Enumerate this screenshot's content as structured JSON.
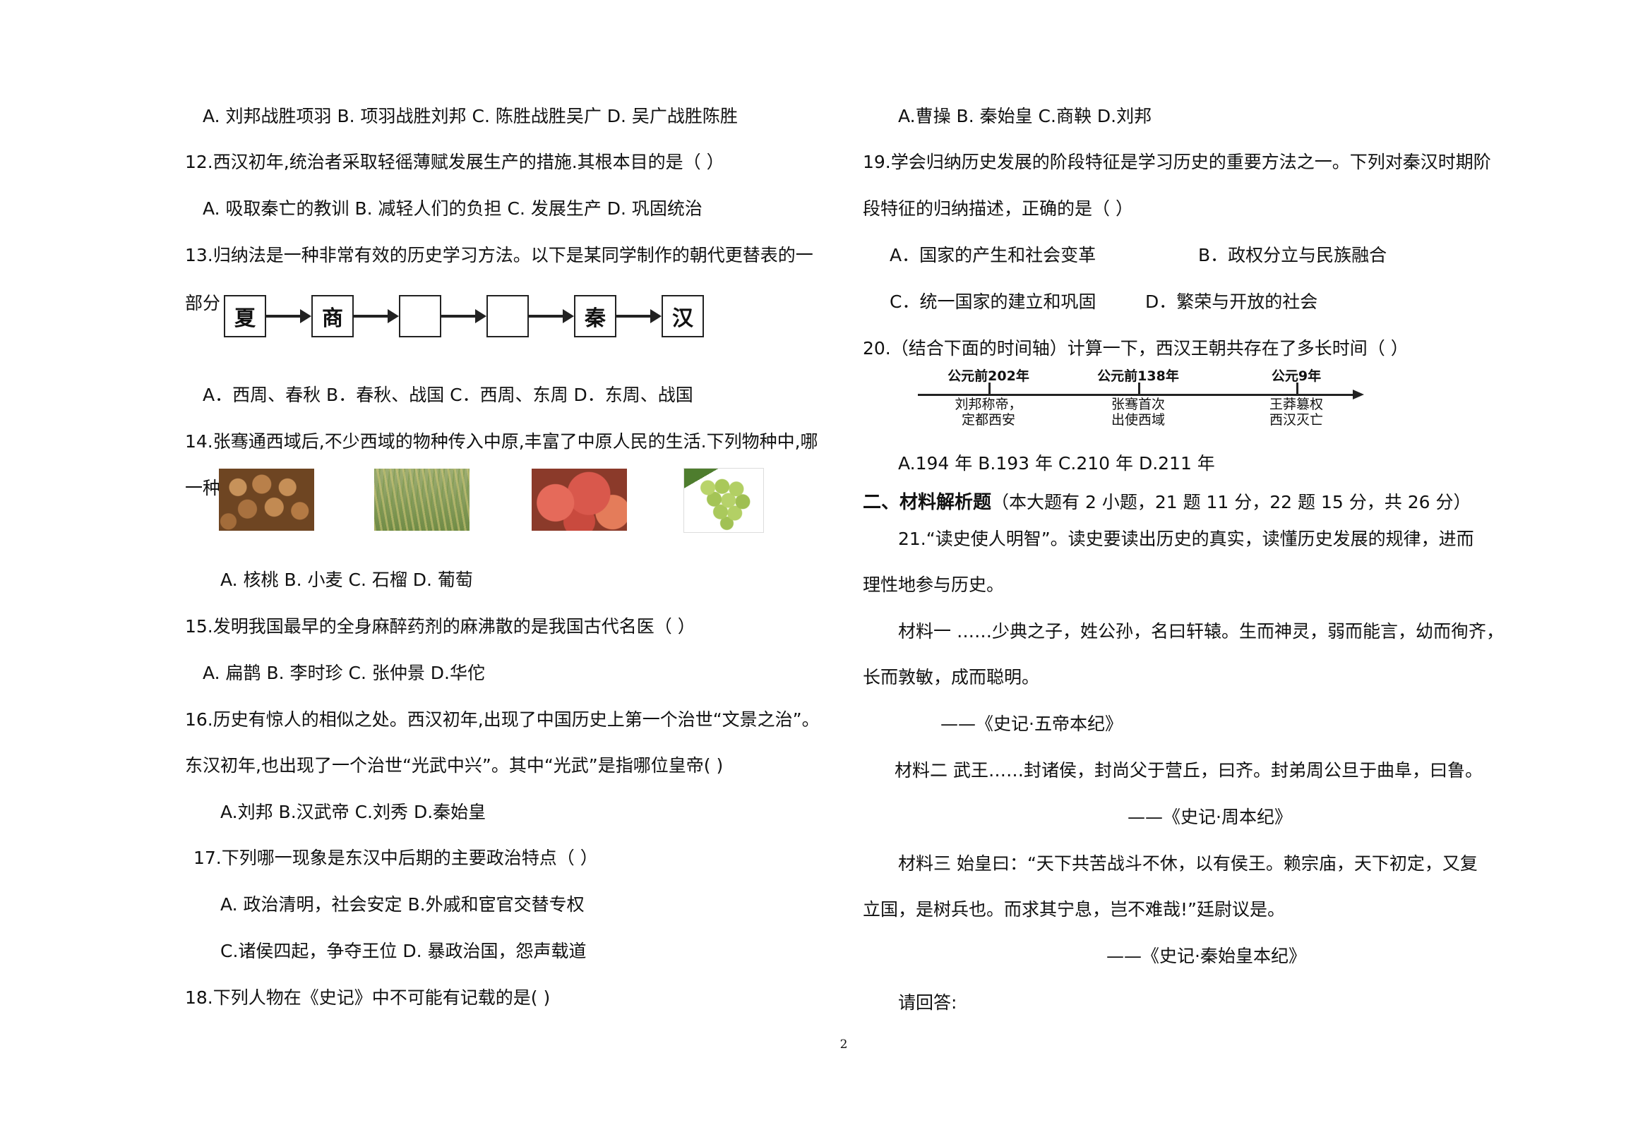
{
  "left": {
    "q11_options": "A. 刘邦战胜项羽    B. 项羽战胜刘邦    C. 陈胜战胜吴广    D. 吴广战胜陈胜",
    "q12_stem": "12.西汉初年,统治者采取轻徭薄赋发展生产的措施.其根本目的是（        ）",
    "q12_options": "A. 吸取秦亡的教训    B. 减轻人们的负担    C. 发展生产    D. 巩固统治",
    "q13_stem": "13.归纳法是一种非常有效的历史学习方法。以下是某同学制作的朝代更替表的一",
    "q13_prefix": "部分",
    "q13_dynasties": [
      "夏",
      "商",
      "",
      "",
      "秦",
      "汉"
    ],
    "q13_options": "A．西周、春秋    B．春秋、战国    C．西周、东周    D．东周、战国",
    "q14_stem": "14.张骞通西域后,不少西域的物种传入中原,丰富了中原人民的生活.下列物种中,哪",
    "q14_prefix": "一种",
    "q14_images": [
      "walnut-image",
      "wheat-image",
      "pomegranate-image",
      "grape-image"
    ],
    "q14_options": "A. 核桃           B. 小麦           C. 石榴         D. 葡萄",
    "q15_stem": "15.发明我国最早的全身麻醉药剂的麻沸散的是我国古代名医（        ）",
    "q15_options": "A. 扁鹊      B.  李时珍      C. 张仲景      D.华佗",
    "q16_stem_1": "16.历史有惊人的相似之处。西汉初年,出现了中国历史上第一个治世“文景之治”。",
    "q16_stem_2": "东汉初年,也出现了一个治世“光武中兴”。其中“光武”是指哪位皇帝(     )",
    "q16_options": "A.刘邦     B.汉武帝     C.刘秀      D.秦始皇",
    "q17_stem": "17.下列哪一现象是东汉中后期的主要政治特点（    ）",
    "q17_options_1": "A. 政治清明，社会安定     B.外戚和宦官交替专权",
    "q17_options_2": "C.诸侯四起，争夺王位      D. 暴政治国，怨声载道",
    "q18_stem": "18.下列人物在《史记》中不可能有记载的是(        )"
  },
  "right": {
    "q18_options": "A.曹操      B. 秦始皇       C.商鞅       D.刘邦",
    "q19_stem_1": "19.学会归纳历史发展的阶段特征是学习历史的重要方法之一。下列对秦汉时期阶",
    "q19_stem_2": "段特征的归纳描述，正确的是（    ）",
    "q19_option_a": "A．国家的产生和社会变革",
    "q19_option_b": "B．政权分立与民族融合",
    "q19_option_c": "C．统一国家的建立和巩固",
    "q19_option_d": "D．繁荣与开放的社会",
    "q20_stem": "20.（结合下面的时间轴）计算一下，西汉王朝共存在了多长时间（    ）",
    "timeline": [
      {
        "date": "公元前202年",
        "event_1": "刘邦称帝，",
        "event_2": "定都西安"
      },
      {
        "date": "公元前138年",
        "event_1": "张骞首次",
        "event_2": "出使西域"
      },
      {
        "date": "公元9年",
        "event_1": "王莽篡权",
        "event_2": "西汉灭亡"
      }
    ],
    "q20_options": "A.194 年     B.193 年     C.210 年     D.211 年",
    "section2_title": "二、材料解析题",
    "section2_note": "（本大题有 2 小题，21 题 11 分，22 题 15 分，共 26 分）",
    "q21_line_1": "21.“读史使人明智”。读史要读出历史的真实，读懂历史发展的规律，进而",
    "q21_line_2": "理性地参与历史。",
    "m1_line_1": "材料一 ……少典之子，姓公孙，名曰轩辕。生而神灵，弱而能言，幼而徇齐，",
    "m1_line_2": "长而敦敏，成而聪明。",
    "m1_source": "——《史记·五帝本纪》",
    "m2_line": "材料二 武王……封诸侯，封尚父于营丘，曰齐。封弟周公旦于曲阜，曰鲁。",
    "m2_source": "——《史记·周本纪》",
    "m3_line_1": "材料三 始皇曰：“天下共苦战斗不休，以有侯王。赖宗庙，天下初定，又复",
    "m3_line_2": "立国，是树兵也。而求其宁息，岂不难哉!”廷尉议是。",
    "m3_source": "——《史记·秦始皇本纪》",
    "answer_prompt": "请回答:"
  },
  "page_number": "2"
}
